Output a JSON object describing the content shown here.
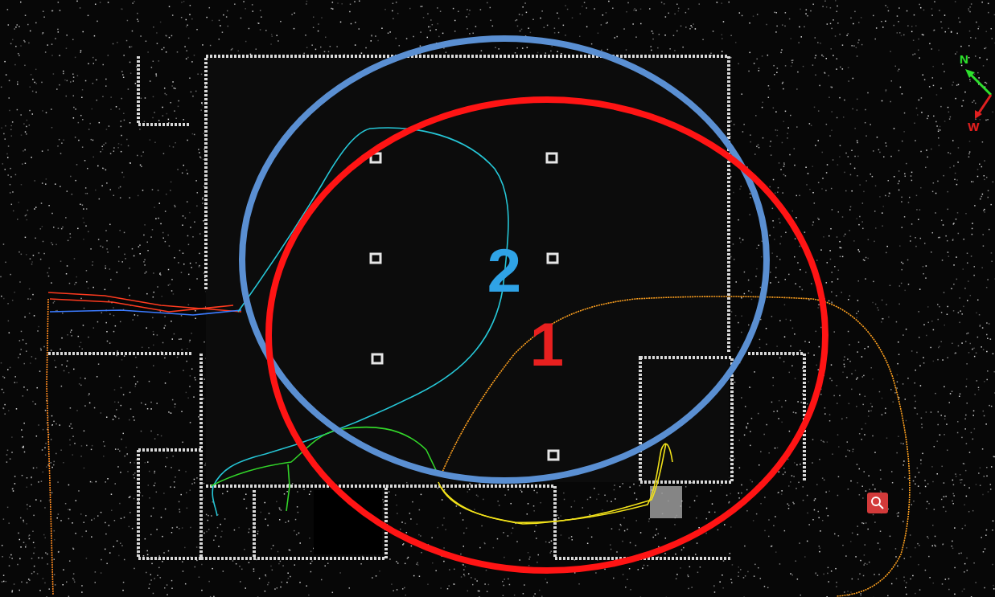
{
  "diagram": {
    "nodes": [
      {
        "text": [
          "2"
        ]
      },
      {
        "text": [
          "1"
        ]
      }
    ],
    "labels": [
      "N",
      "W"
    ]
  }
}
